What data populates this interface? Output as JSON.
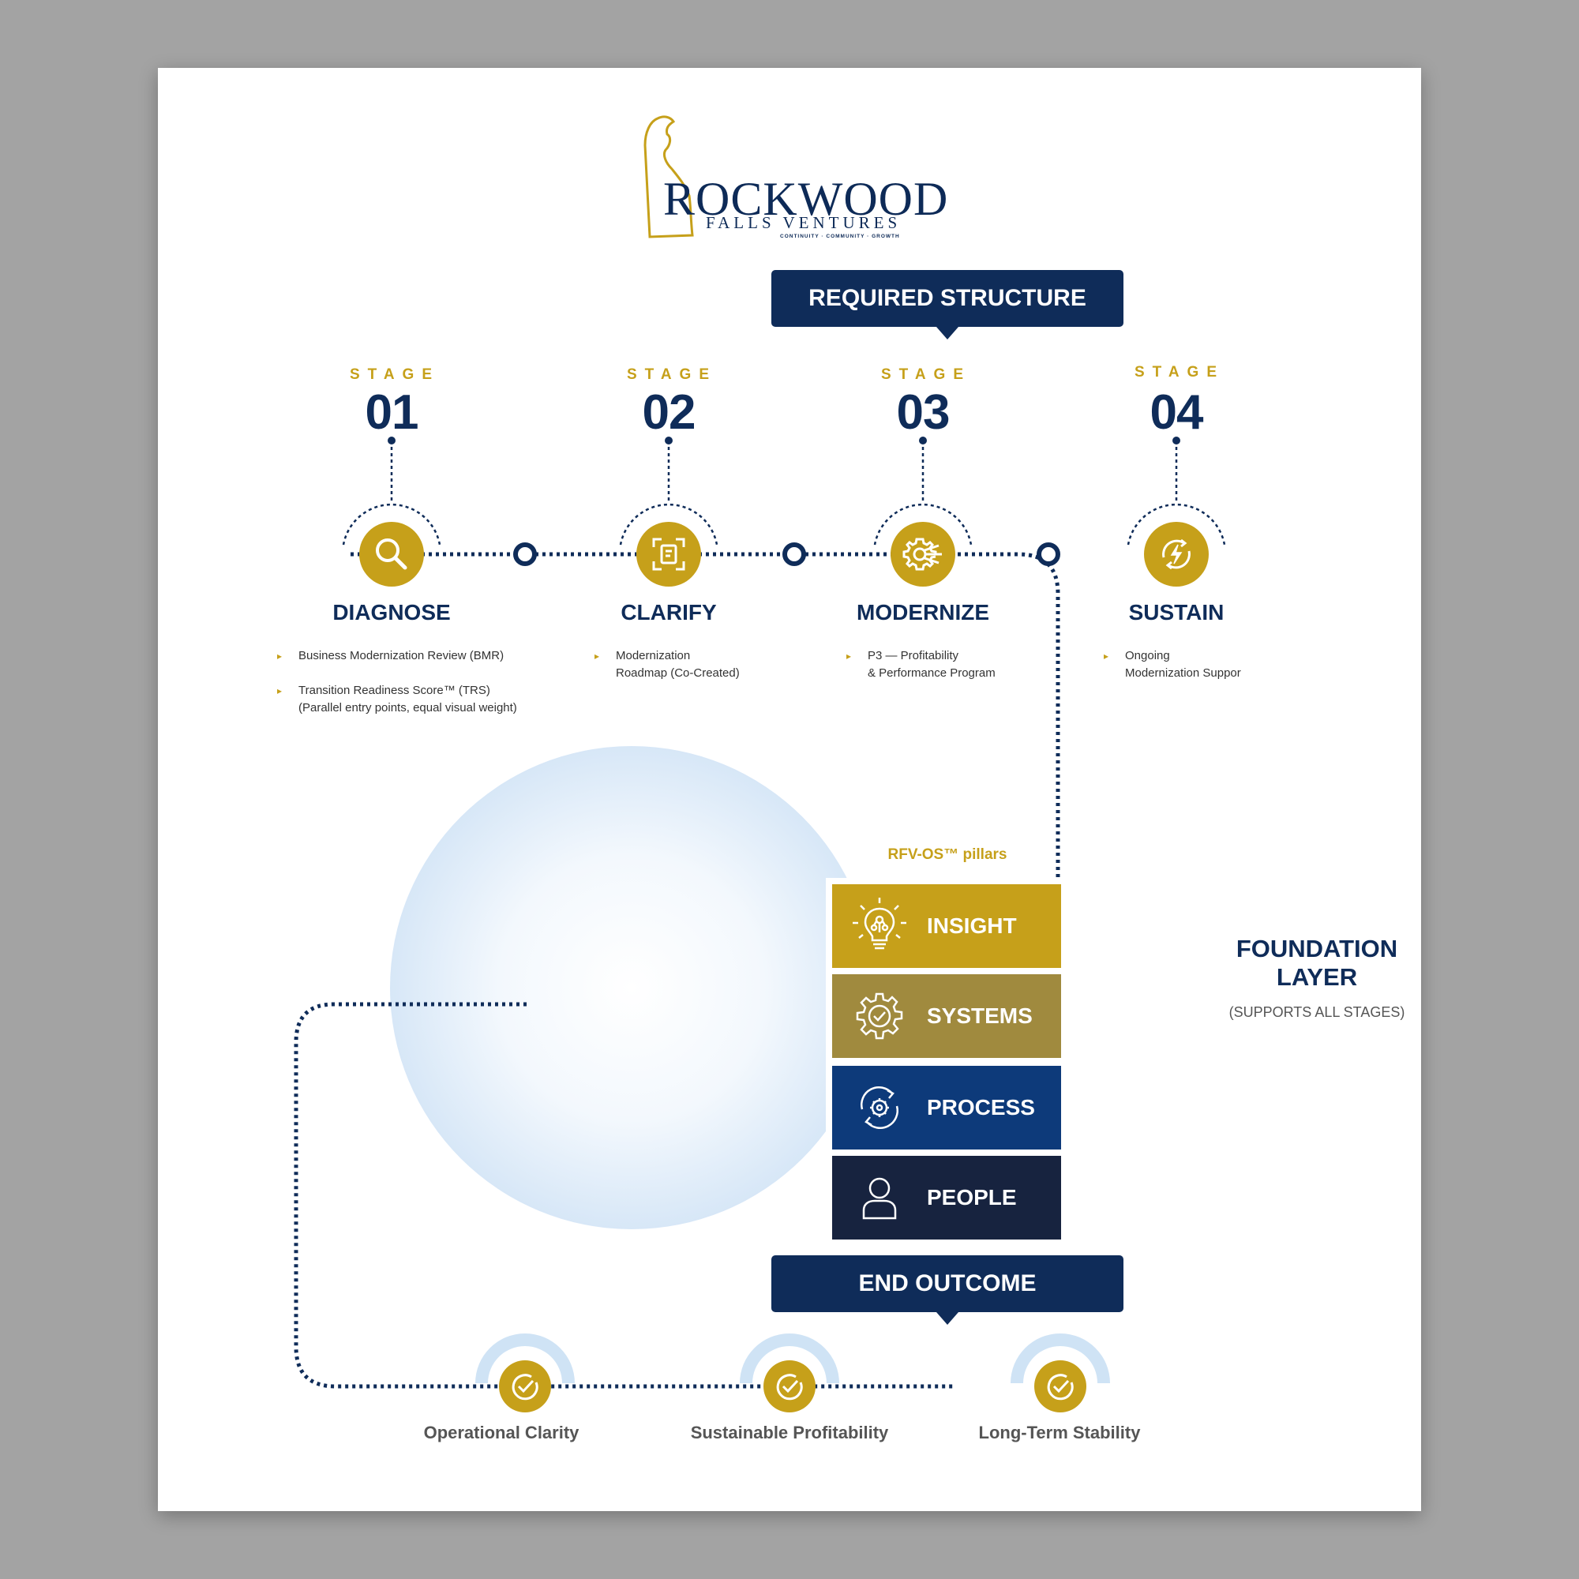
{
  "logo": {
    "name_main": "ROCKWOOD",
    "name_sub": "FALLS VENTURES",
    "tagline": "CONTINUITY · COMMUNITY · GROWTH"
  },
  "header_banner": "REQUIRED STRUCTURE",
  "stages": [
    {
      "label": "STAGE",
      "number": "01",
      "name": "DIAGNOSE",
      "icon": "magnifier-icon",
      "bullets": [
        [
          "Business Modernization Review (BMR)"
        ],
        [
          "Transition Readiness Score™ (TRS)",
          "(Parallel entry points, equal visual weight)"
        ]
      ]
    },
    {
      "label": "STAGE",
      "number": "02",
      "name": "CLARIFY",
      "icon": "focus-frame-icon",
      "bullets": [
        [
          "Modernization",
          "Roadmap (Co-Created)"
        ]
      ]
    },
    {
      "label": "STAGE",
      "number": "03",
      "name": "MODERNIZE",
      "icon": "gear-circuit-icon",
      "bullets": [
        [
          "P3 — Profitability",
          "& Performance Program"
        ]
      ]
    },
    {
      "label": "STAGE",
      "number": "04",
      "name": "SUSTAIN",
      "icon": "lightning-cycle-icon",
      "bullets": [
        [
          "Ongoing",
          "Modernization Suppor"
        ]
      ]
    }
  ],
  "pillars_title": "RFV-OS™ pillars",
  "pillars": [
    {
      "label": "INSIGHT",
      "color": "#c6a01a",
      "icon": "lightbulb-icon"
    },
    {
      "label": "SYSTEMS",
      "color": "#a08a3e",
      "icon": "gear-check-icon"
    },
    {
      "label": "PROCESS",
      "color": "#0d3a7a",
      "icon": "gear-cycle-icon"
    },
    {
      "label": "PEOPLE",
      "color": "#17233f",
      "icon": "person-icon"
    }
  ],
  "foundation": {
    "title_line1": "FOUNDATION",
    "title_line2": "LAYER",
    "subtitle": "(SUPPORTS ALL STAGES)"
  },
  "outcome_banner": "END OUTCOME",
  "outcomes": [
    {
      "label": "Operational Clarity",
      "icon": "check-circle-icon"
    },
    {
      "label": "Sustainable Profitability",
      "icon": "check-circle-icon"
    },
    {
      "label": "Long-Term Stability",
      "icon": "check-circle-icon"
    }
  ],
  "colors": {
    "navy": "#0f2c59",
    "gold": "#c6a01a",
    "light_blue": "#cfe3f5"
  }
}
